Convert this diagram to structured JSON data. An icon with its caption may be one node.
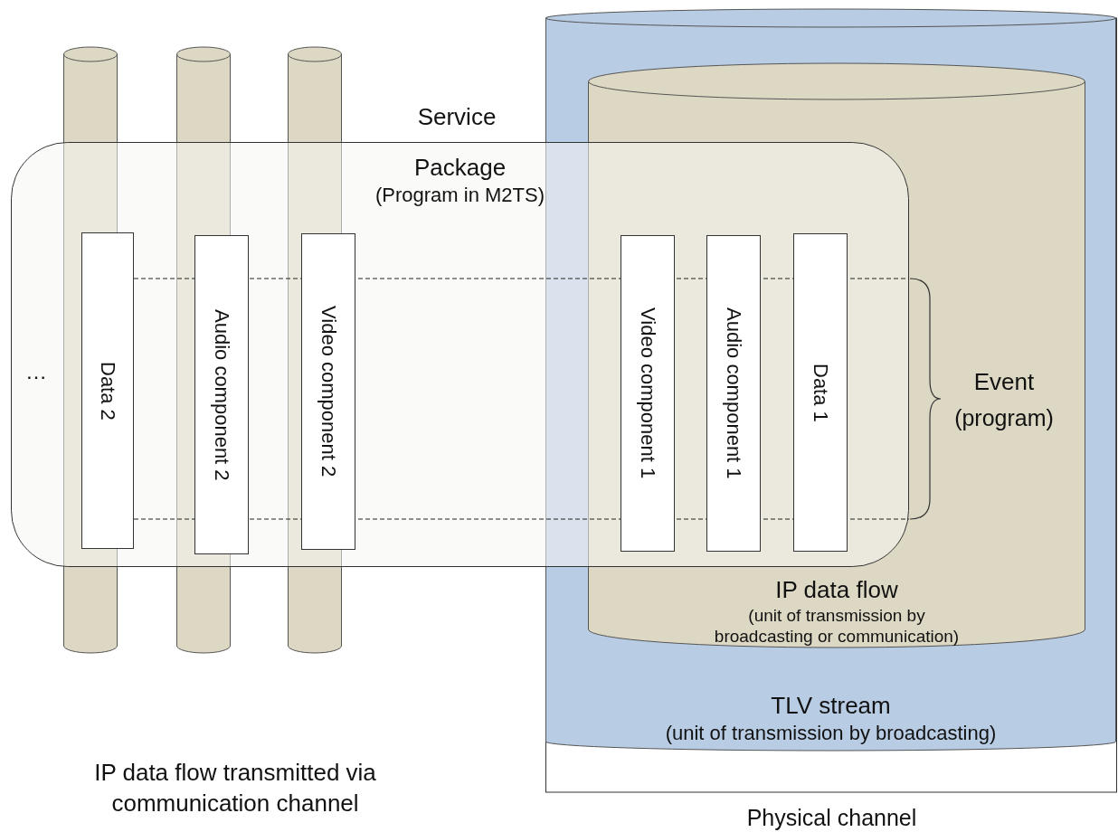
{
  "diagram": {
    "nodes": [
      {
        "text": [
          "Physical channel"
        ]
      },
      {
        "text": [
          "TLV stream",
          "(unit of transmission by broadcasting)"
        ],
        "in": 0
      },
      {
        "text": [
          "IP data flow",
          "(unit of transmission by broadcasting or communication)"
        ],
        "in": 1
      },
      {
        "text": [],
        "shape": "cylinder"
      },
      {
        "text": [],
        "shape": "cylinder"
      },
      {
        "text": [],
        "shape": "cylinder"
      },
      {
        "text": [
          "Package",
          "(Program in M2TS)"
        ]
      },
      {
        "text": [
          "Data 2"
        ],
        "in": 6
      },
      {
        "text": [
          "Audio component 2"
        ],
        "in": 6
      },
      {
        "text": [
          "Video component 2"
        ],
        "in": 6
      },
      {
        "text": [
          "Video component 1"
        ]
      },
      {
        "text": [
          "Audio component 1"
        ]
      },
      {
        "text": [
          "Data 1"
        ]
      }
    ],
    "labels": [
      "Service",
      "…",
      "Event",
      "(program)",
      "IP data flow transmitted via communication channel"
    ]
  }
}
